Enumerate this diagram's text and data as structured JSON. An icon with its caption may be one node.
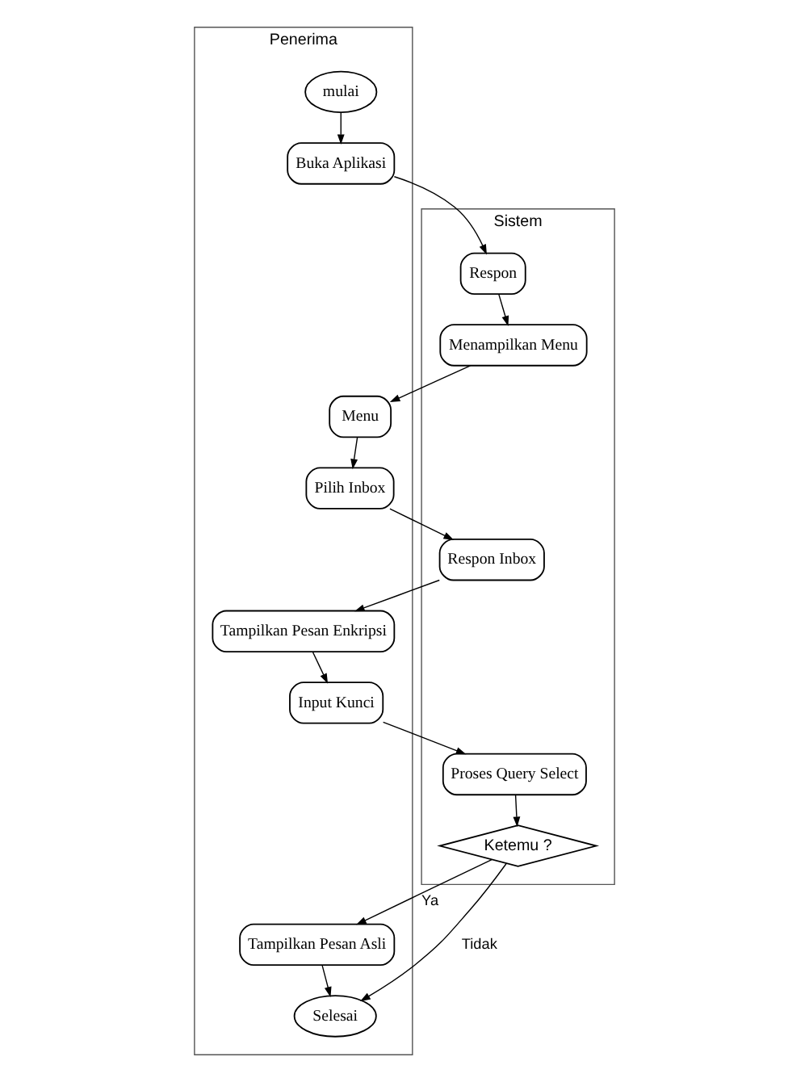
{
  "diagram": {
    "nodes": [
      {
        "text": [
          "Penerima"
        ]
      },
      {
        "text": [
          "Sistem"
        ]
      },
      {
        "text": [
          "mulai"
        ],
        "in": 0
      },
      {
        "text": [
          "Buka Aplikasi"
        ],
        "in": 0
      },
      {
        "text": [
          "Respon"
        ],
        "in": 1
      },
      {
        "text": [
          "Menu"
        ],
        "in": 0
      },
      {
        "text": [
          "Menampilkan Menu"
        ],
        "in": 1
      },
      {
        "text": [
          "Pilih Inbox"
        ],
        "in": 0
      },
      {
        "text": [
          "Respon Inbox"
        ],
        "in": 1
      },
      {
        "text": [
          "Tampilkan Pesan Enkripsi"
        ],
        "in": 0
      },
      {
        "text": [
          "Input Kunci"
        ],
        "in": 0
      },
      {
        "text": [
          "Proses Query Select"
        ],
        "in": 1
      },
      {
        "text": [
          "Ketemu ?"
        ],
        "in": 1
      },
      {
        "text": [
          "Tampilkan Pesan Asli"
        ],
        "in": 0
      },
      {
        "text": [
          "Selesai"
        ],
        "in": 0
      }
    ],
    "edges": [
      {
        "from": 2,
        "to": 3,
        "arrow": "to"
      },
      {
        "from": 3,
        "to": 4,
        "arrow": "to"
      },
      {
        "from": 4,
        "to": 6,
        "arrow": "to"
      },
      {
        "from": 6,
        "to": 5,
        "arrow": "to"
      },
      {
        "from": 5,
        "to": 7,
        "arrow": "to"
      },
      {
        "from": 7,
        "to": 8,
        "arrow": "to"
      },
      {
        "from": 8,
        "to": 9,
        "arrow": "to"
      },
      {
        "from": 9,
        "to": 10,
        "arrow": "to"
      },
      {
        "from": 10,
        "to": 11,
        "arrow": "to"
      },
      {
        "from": 11,
        "to": 12,
        "arrow": "to"
      },
      {
        "from": 12,
        "to": 13,
        "arrow": "to",
        "label": "Ya"
      },
      {
        "from": 13,
        "to": 14,
        "arrow": "to"
      },
      {
        "from": 12,
        "to": 14,
        "arrow": "to",
        "label": "Tidak"
      }
    ]
  }
}
